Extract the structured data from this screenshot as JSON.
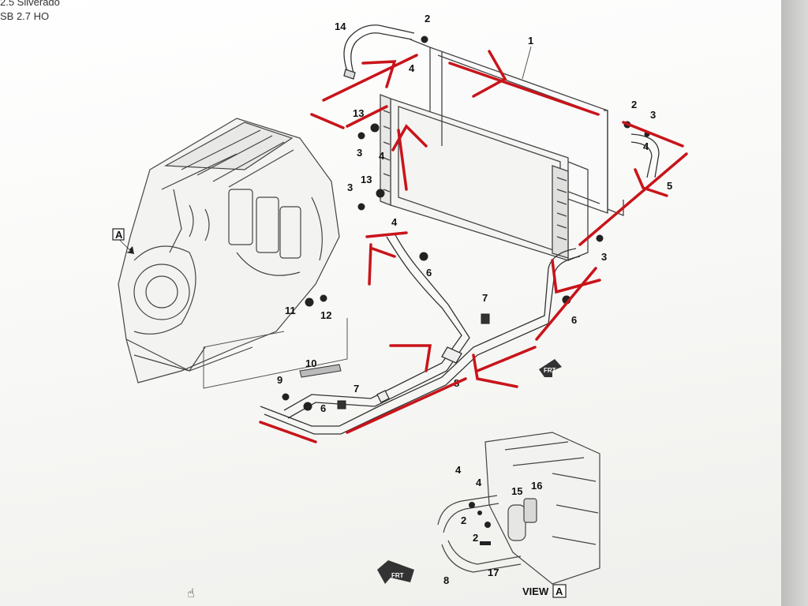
{
  "header": {
    "line1": "2.5 Silverado",
    "line2": "SB 2.7 HO"
  },
  "callouts": {
    "c1": "1",
    "c2a": "2",
    "c2b": "2",
    "c3a": "3",
    "c3b": "3",
    "c3c": "3",
    "c3d": "3",
    "c4a": "4",
    "c4b": "4",
    "c4c": "4",
    "c4d": "4",
    "c5": "5",
    "c6a": "6",
    "c6b": "6",
    "c6c": "6",
    "c7a": "7",
    "c7b": "7",
    "c8": "8",
    "c9": "9",
    "c10": "10",
    "c11": "11",
    "c12": "12",
    "c13a": "13",
    "c13b": "13",
    "c14": "14",
    "v4a": "4",
    "v4b": "4",
    "v2a": "2",
    "v2b": "2",
    "v15": "15",
    "v16": "16",
    "v17": "17",
    "v8": "8"
  },
  "badges": {
    "view_marker": "A",
    "fwd_label": "FRT",
    "fwd_label_2": "FRT"
  },
  "view": {
    "label": "VIEW",
    "letter": "A"
  },
  "colors": {
    "annotation": "#c8141a",
    "line_art": "#3a3a3a",
    "background": "#ffffff"
  }
}
